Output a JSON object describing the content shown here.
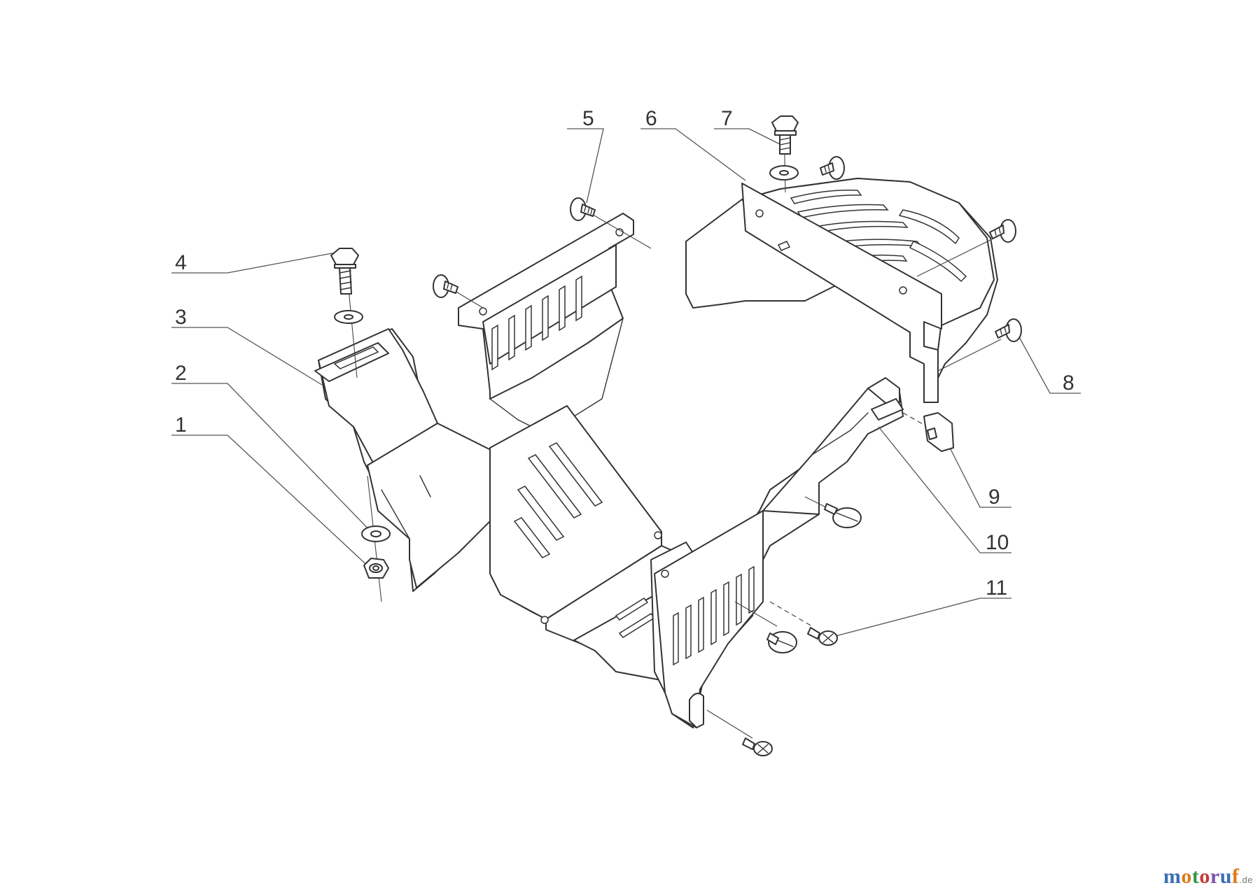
{
  "diagram": {
    "callouts": [
      {
        "id": "1",
        "label": "1"
      },
      {
        "id": "2",
        "label": "2"
      },
      {
        "id": "3",
        "label": "3"
      },
      {
        "id": "4",
        "label": "4"
      },
      {
        "id": "5",
        "label": "5"
      },
      {
        "id": "6",
        "label": "6"
      },
      {
        "id": "7",
        "label": "7"
      },
      {
        "id": "8",
        "label": "8"
      },
      {
        "id": "9",
        "label": "9"
      },
      {
        "id": "10",
        "label": "10"
      },
      {
        "id": "11",
        "label": "11"
      }
    ]
  },
  "watermark": {
    "letters": [
      "m",
      "o",
      "t",
      "o",
      "r",
      "u",
      "f"
    ],
    "tld": ".de",
    "colors": [
      "#3b6fb6",
      "#e07b1a",
      "#2f9a4a",
      "#c43a3a",
      "#7a4fb0",
      "#3b6fb6",
      "#e07b1a"
    ]
  }
}
